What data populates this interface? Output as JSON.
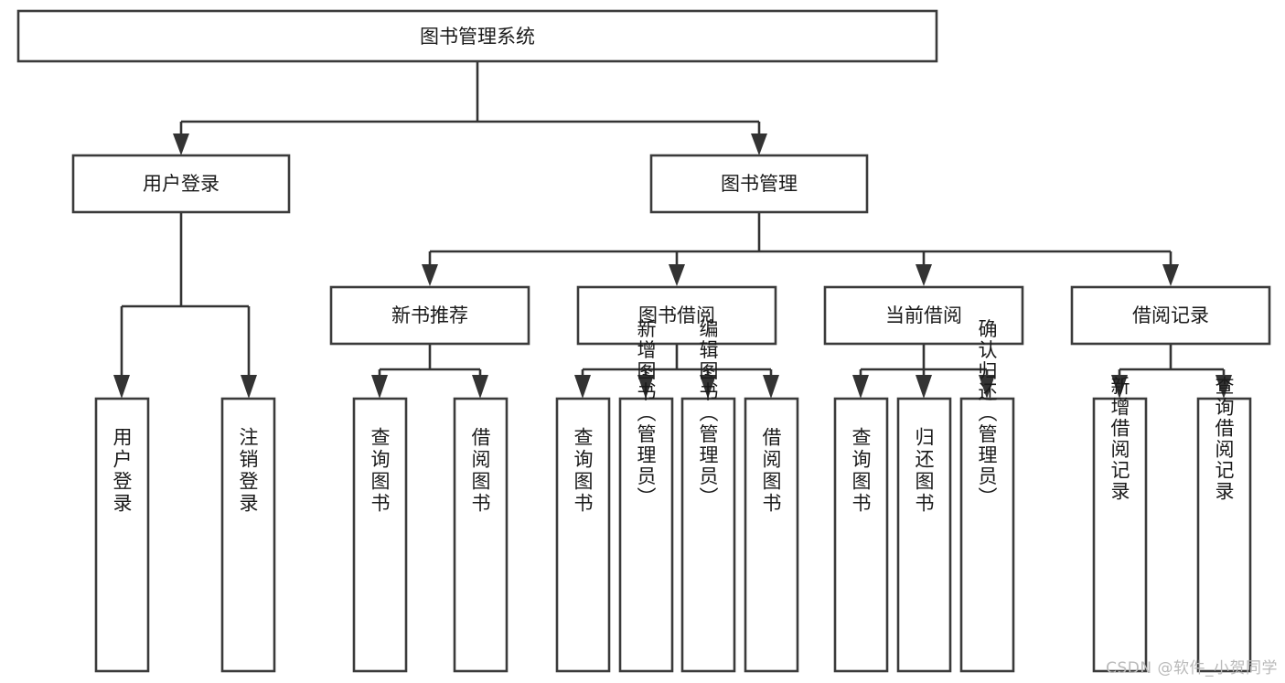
{
  "diagram": {
    "type": "tree",
    "title": "图书管理系统",
    "watermark": "CSDN @软件_小贺同学",
    "colors": {
      "box_border": "#3b3b3b",
      "box_fill": "#ffffff",
      "line": "#333333",
      "text": "#1a1a1a",
      "watermark": "#b9b9b9",
      "background": "#ffffff"
    },
    "nodes": {
      "root": {
        "label": "图书管理系统"
      },
      "level2": [
        {
          "id": "user-login",
          "label": "用户登录"
        },
        {
          "id": "book-manage",
          "label": "图书管理"
        }
      ],
      "level3": [
        {
          "id": "new-book-recommend",
          "label": "新书推荐"
        },
        {
          "id": "book-borrow",
          "label": "图书借阅"
        },
        {
          "id": "current-borrow",
          "label": "当前借阅"
        },
        {
          "id": "borrow-record",
          "label": "借阅记录"
        }
      ],
      "leaves": {
        "user_login": [
          {
            "id": "leaf-user-login",
            "label": "用户登录"
          },
          {
            "id": "leaf-logout-login",
            "label": "注销登录"
          }
        ],
        "new_book_recommend": [
          {
            "id": "leaf-query-book-1",
            "label": "查询图书"
          },
          {
            "id": "leaf-borrow-book-1",
            "label": "借阅图书"
          }
        ],
        "book_borrow": [
          {
            "id": "leaf-query-book-2",
            "label": "查询图书"
          },
          {
            "id": "leaf-add-book",
            "label": "新增图书（管理员）"
          },
          {
            "id": "leaf-edit-book",
            "label": "编辑图书（管理员）"
          },
          {
            "id": "leaf-borrow-book-2",
            "label": "借阅图书"
          }
        ],
        "current_borrow": [
          {
            "id": "leaf-query-book-3",
            "label": "查询图书"
          },
          {
            "id": "leaf-return-book",
            "label": "归还图书"
          },
          {
            "id": "leaf-confirm-return",
            "label": "确认归还（管理员）"
          }
        ],
        "borrow_record": [
          {
            "id": "leaf-add-record",
            "label": "新增借阅记录"
          },
          {
            "id": "leaf-query-record",
            "label": "查询借阅记录"
          }
        ]
      }
    }
  }
}
